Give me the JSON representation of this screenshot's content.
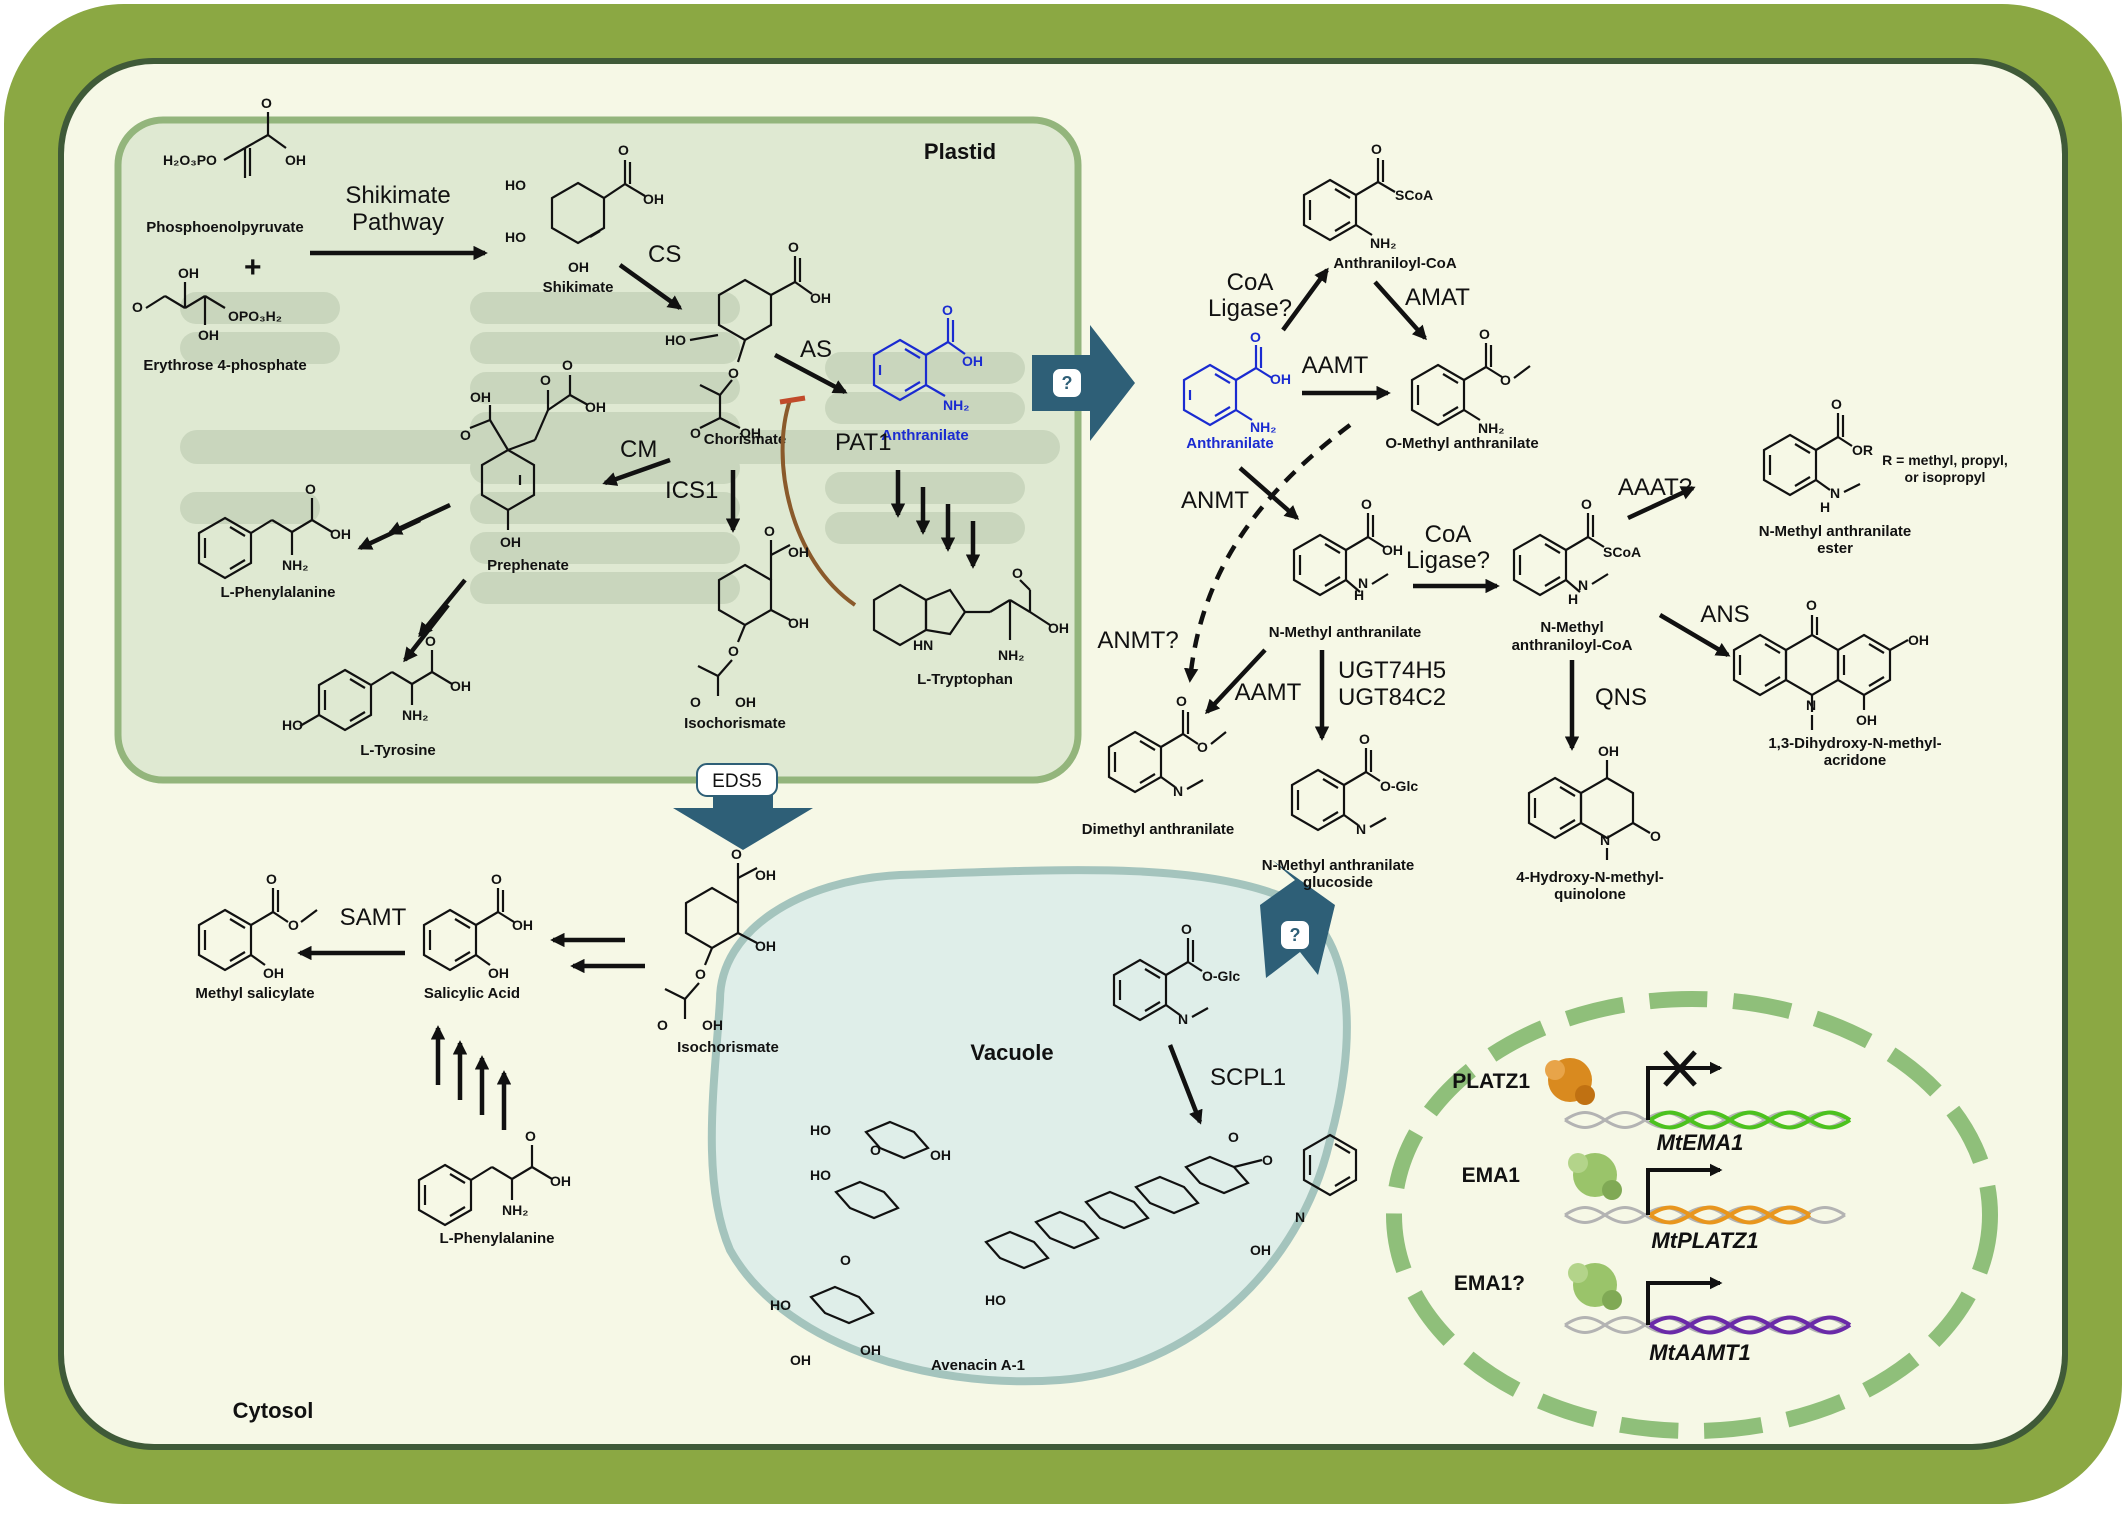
{
  "compartments": {
    "plastid": "Plastid",
    "cytosol": "Cytosol",
    "vacuole": "Vacuole"
  },
  "transporters": {
    "unknown_plastid": "?",
    "unknown_vacuole": "?",
    "eds5": "EDS5"
  },
  "compounds": {
    "pep": "Phosphoenolpyruvate",
    "e4p": "Erythrose 4-phosphate",
    "plus": "+",
    "shikimate": "Shikimate",
    "chorismate": "Chorismate",
    "anthranilate_plastid": "Anthranilate",
    "prephenate": "Prephenate",
    "phe": "L-Phenylalanine",
    "tyr": "L-Tyrosine",
    "isochorismate_plastid": "Isochorismate",
    "trp": "L-Tryptophan",
    "anthraniloyl_coa": "Anthraniloyl-CoA",
    "anthranilate": "Anthranilate",
    "o_methyl_anthranilate": "O-Methyl anthranilate",
    "n_methyl_anthranilate": "N-Methyl anthranilate",
    "n_methyl_anthraniloyl_coa_1": "N-Methyl",
    "n_methyl_anthraniloyl_coa_2": "anthraniloyl-CoA",
    "n_methyl_ester_1": "N-Methyl anthranilate",
    "n_methyl_ester_2": "ester",
    "r_note_1": "R = methyl, propyl,",
    "r_note_2": "or isopropyl",
    "acridone_1": "1,3-Dihydroxy-N-methyl-",
    "acridone_2": "acridone",
    "dimethyl_anthranilate": "Dimethyl anthranilate",
    "nma_glucoside_1": "N-Methyl anthranilate",
    "nma_glucoside_2": "glucoside",
    "quinolone_1": "4-Hydroxy-N-methyl-",
    "quinolone_2": "quinolone",
    "methyl_salicylate": "Methyl salicylate",
    "salicylic_acid": "Salicylic Acid",
    "isochorismate_cytosol": "Isochorismate",
    "phe_cytosol": "L-Phenylalanine",
    "avenacin": "Avenacin A-1"
  },
  "enzymes": {
    "shikimate_pathway_1": "Shikimate",
    "shikimate_pathway_2": "Pathway",
    "cs": "CS",
    "as": "AS",
    "cm": "CM",
    "ics1": "ICS1",
    "pat1": "PAT1",
    "coa_ligase_1a": "CoA",
    "coa_ligase_1b": "Ligase?",
    "amat": "AMAT",
    "aamt_1": "AAMT",
    "anmt": "ANMT",
    "coa_ligase_2a": "CoA",
    "coa_ligase_2b": "Ligase?",
    "aaat": "AAAT?",
    "ans": "ANS",
    "anmt_q": "ANMT?",
    "aamt_2": "AAMT",
    "ugt_1": "UGT74H5",
    "ugt_2": "UGT84C2",
    "qns": "QNS",
    "samt": "SAMT",
    "scpl1": "SCPL1"
  },
  "nucleus": {
    "rows": [
      {
        "factor": "PLATZ1",
        "gene": "MtEMA1",
        "repressed": true,
        "protein_color": "#d98a1f",
        "gene_color": "#4cc21e"
      },
      {
        "factor": "EMA1",
        "gene": "MtPLATZ1",
        "repressed": false,
        "protein_color": "#9ac46a",
        "gene_color": "#e8961e"
      },
      {
        "factor": "EMA1?",
        "gene": "MtAAMT1",
        "repressed": false,
        "protein_color": "#9ac46a",
        "gene_color": "#6a2aa8"
      }
    ]
  },
  "colors": {
    "cell_wall": "#8ba843",
    "cytosol": "#f6f8e6",
    "plastid_fill": "#dfe9d2",
    "plastid_border": "#93b57c",
    "thylakoid": "#c9d6bd",
    "vacuole_fill": "#dfeee9",
    "vacuole_border": "#a4c4bd",
    "transport_arrow": "#2e5f77",
    "anthranilate_blue": "#1a2bd1",
    "inhibition": "#8a5a2b",
    "nuclear_envelope": "#8fbf7a"
  }
}
